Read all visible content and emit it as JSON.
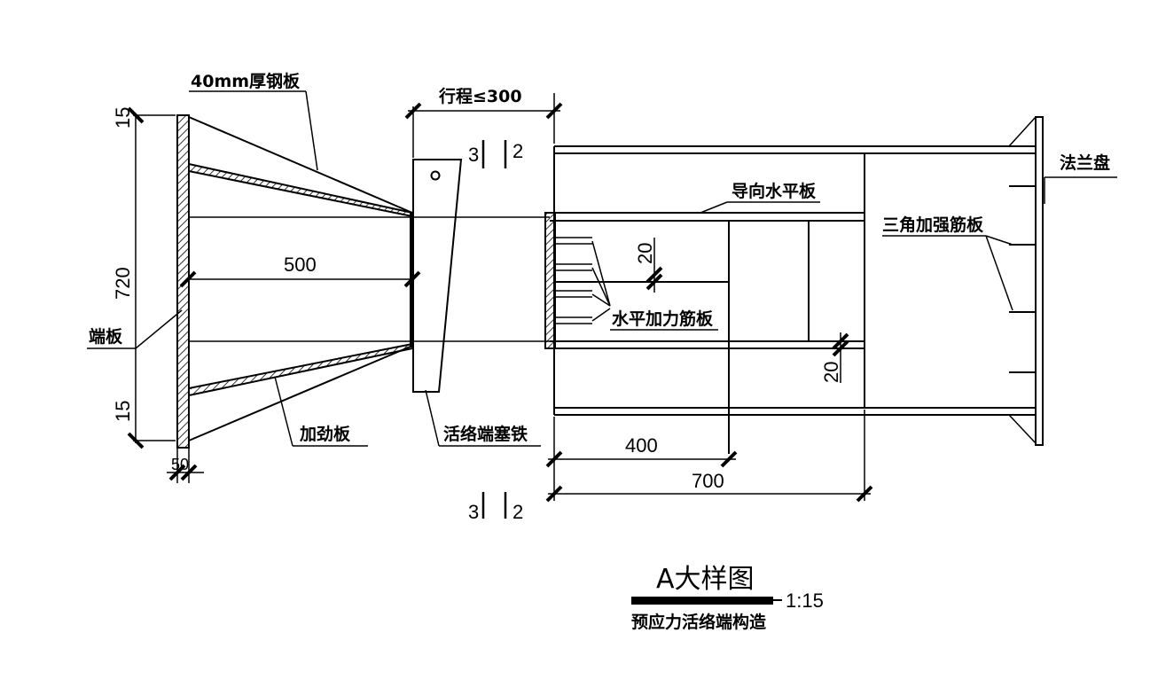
{
  "labels": {
    "steel_plate": "40mm厚钢板",
    "stroke": "行程≤300",
    "section_left": "3",
    "section_right": "2",
    "flange": "法兰盘",
    "guide_plate": "导向水平板",
    "triangle_rib": "三角加强筋板",
    "horizontal_rib": "水平加力筋板",
    "end_plate": "端板",
    "stiffener": "加劲板",
    "wedge": "活络端塞铁"
  },
  "dimensions": {
    "top_15": "15",
    "height_720": "720",
    "bottom_15": "15",
    "width_50": "50",
    "length_500": "500",
    "gap_20_upper": "20",
    "gap_20_lower": "20",
    "length_400": "400",
    "length_700": "700"
  },
  "title_block": {
    "title": "A大样图",
    "scale": "1:15",
    "subtitle": "预应力活络端构造"
  }
}
